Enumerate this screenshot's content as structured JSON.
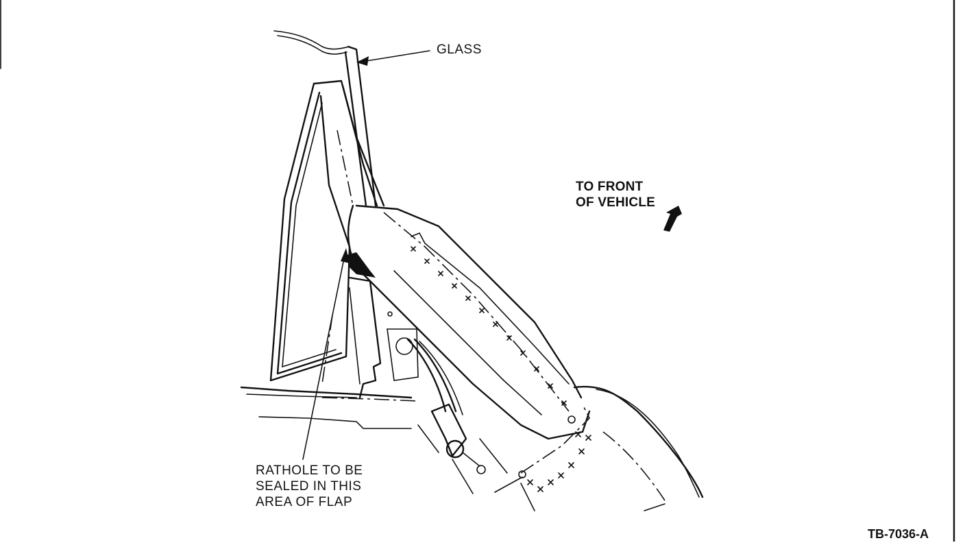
{
  "labels": {
    "glass": "GLASS",
    "to_front": "TO FRONT\nOF VEHICLE",
    "rathole": "RATHOLE TO BE\nSEALED IN THIS\nAREA OF FLAP",
    "figure_ref": "TB-7036-A"
  },
  "colors": {
    "ink": "#111111",
    "paper": "#ffffff"
  }
}
